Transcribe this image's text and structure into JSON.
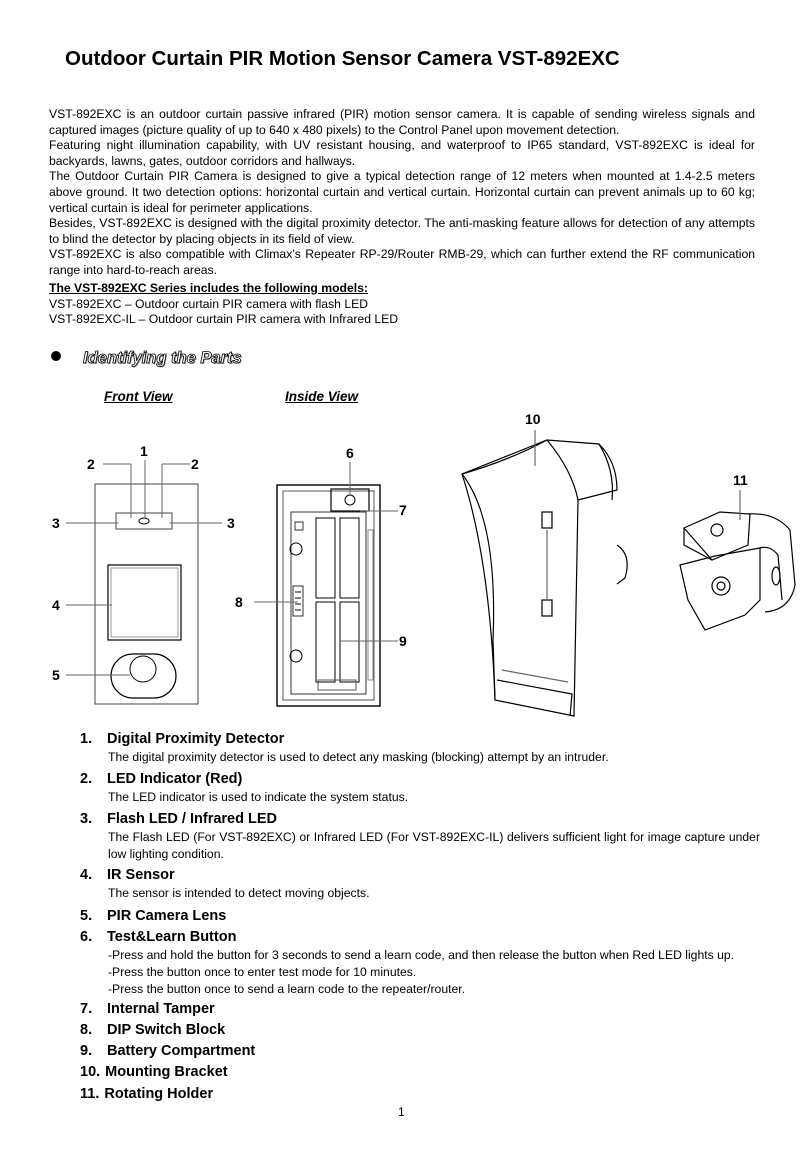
{
  "title": "Outdoor Curtain PIR Motion Sensor Camera VST-892EXC",
  "intro": [
    "VST-892EXC is an outdoor curtain passive infrared (PIR) motion sensor camera. It is capable of sending wireless signals and captured images (picture quality of up to 640 x 480 pixels) to the Control Panel upon movement detection.",
    "Featuring night illumination capability, with UV resistant housing, and waterproof to IP65 standard, VST-892EXC is ideal for backyards, lawns, gates, outdoor corridors and hallways.",
    "The Outdoor Curtain PIR Camera is designed to give a typical detection range of 12 meters when mounted at 1.4-2.5 meters above ground. It two detection options: horizontal curtain and vertical curtain. Horizontal curtain can prevent animals up to 60 kg; vertical curtain is ideal for perimeter applications.",
    "Besides, VST-892EXC is designed with the digital proximity detector. The anti-masking feature allows for detection of any attempts to blind the detector by placing objects in its field of view.",
    "VST-892EXC is also compatible with Climax’s Repeater RP-29/Router RMB-29, which can further extend the RF communication range into hard-to-reach areas."
  ],
  "models": {
    "heading": "The VST-892EXC Series includes the following models:",
    "items": [
      "VST-892EXC – Outdoor curtain PIR camera with flash LED",
      "VST-892EXC-IL – Outdoor curtain PIR camera with Infrared LED"
    ]
  },
  "section_title": "Identifying the Parts",
  "views": {
    "front": "Front View",
    "inside": "Inside View"
  },
  "callouts": {
    "c1": "1",
    "c2a": "2",
    "c2b": "2",
    "c3a": "3",
    "c3b": "3",
    "c4": "4",
    "c5": "5",
    "c6": "6",
    "c7": "7",
    "c8": "8",
    "c9": "9",
    "c10": "10",
    "c11": "11"
  },
  "parts": [
    {
      "num": "1.",
      "name": "Digital Proximity Detector",
      "desc": [
        "The digital proximity detector is used to detect any masking (blocking) attempt by an intruder."
      ]
    },
    {
      "num": "2.",
      "name": "LED Indicator (Red)",
      "desc": [
        "The LED indicator is used to indicate the system status."
      ]
    },
    {
      "num": "3.",
      "name": "Flash LED / Infrared LED",
      "desc": [
        "The Flash LED (For VST-892EXC) or Infrared LED (For VST-892EXC-IL) delivers sufficient light for image capture under low lighting condition."
      ]
    },
    {
      "num": "4.",
      "name": "IR Sensor",
      "desc": [
        "The sensor is intended to detect moving objects."
      ]
    },
    {
      "num": "5.",
      "name": "PIR Camera Lens",
      "desc": []
    },
    {
      "num": "6.",
      "name": "Test&Learn Button",
      "desc": [
        "-Press and hold the button for 3 seconds to send a learn code, and then release the button when Red LED lights up.",
        "-Press the button once to enter test mode for 10 minutes.",
        "-Press the button once to send a learn code to the repeater/router."
      ]
    },
    {
      "num": "7.",
      "name": "Internal Tamper",
      "desc": []
    },
    {
      "num": "8.",
      "name": "DIP Switch Block",
      "desc": []
    },
    {
      "num": "9.",
      "name": "Battery Compartment",
      "desc": []
    },
    {
      "num": "10.",
      "name": "Mounting Bracket",
      "desc": []
    },
    {
      "num": "11.",
      "name": "Rotating Holder",
      "desc": []
    }
  ],
  "page_number": "1"
}
